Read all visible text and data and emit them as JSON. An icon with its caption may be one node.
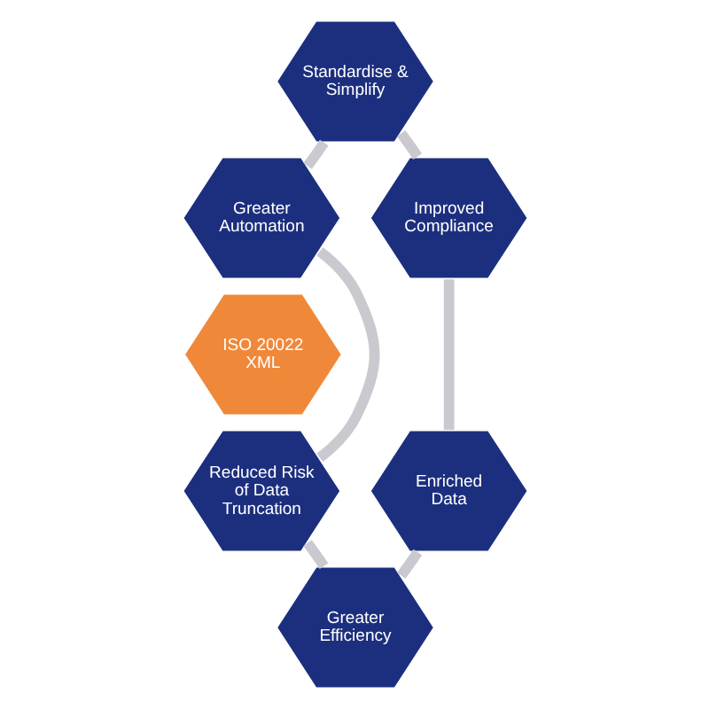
{
  "diagram": {
    "nodes": [
      {
        "text": [
          "Standardise & Simplify"
        ]
      },
      {
        "text": [
          "Greater Automation"
        ]
      },
      {
        "text": [
          "Improved Compliance"
        ]
      },
      {
        "text": [
          "ISO 20022 XML"
        ]
      },
      {
        "text": [
          "Reduced Risk of Data Truncation"
        ]
      },
      {
        "text": [
          "Enriched Data"
        ]
      },
      {
        "text": [
          "Greater Efficiency"
        ]
      }
    ],
    "edges": [
      {
        "from": 0,
        "to": 2,
        "arrow": "none"
      },
      {
        "from": 2,
        "to": 5,
        "arrow": "none"
      },
      {
        "from": 5,
        "to": 6,
        "arrow": "none"
      },
      {
        "from": 6,
        "to": 4,
        "arrow": "none"
      },
      {
        "from": 4,
        "to": 1,
        "arrow": "none"
      },
      {
        "from": 1,
        "to": 0,
        "arrow": "none"
      }
    ]
  }
}
